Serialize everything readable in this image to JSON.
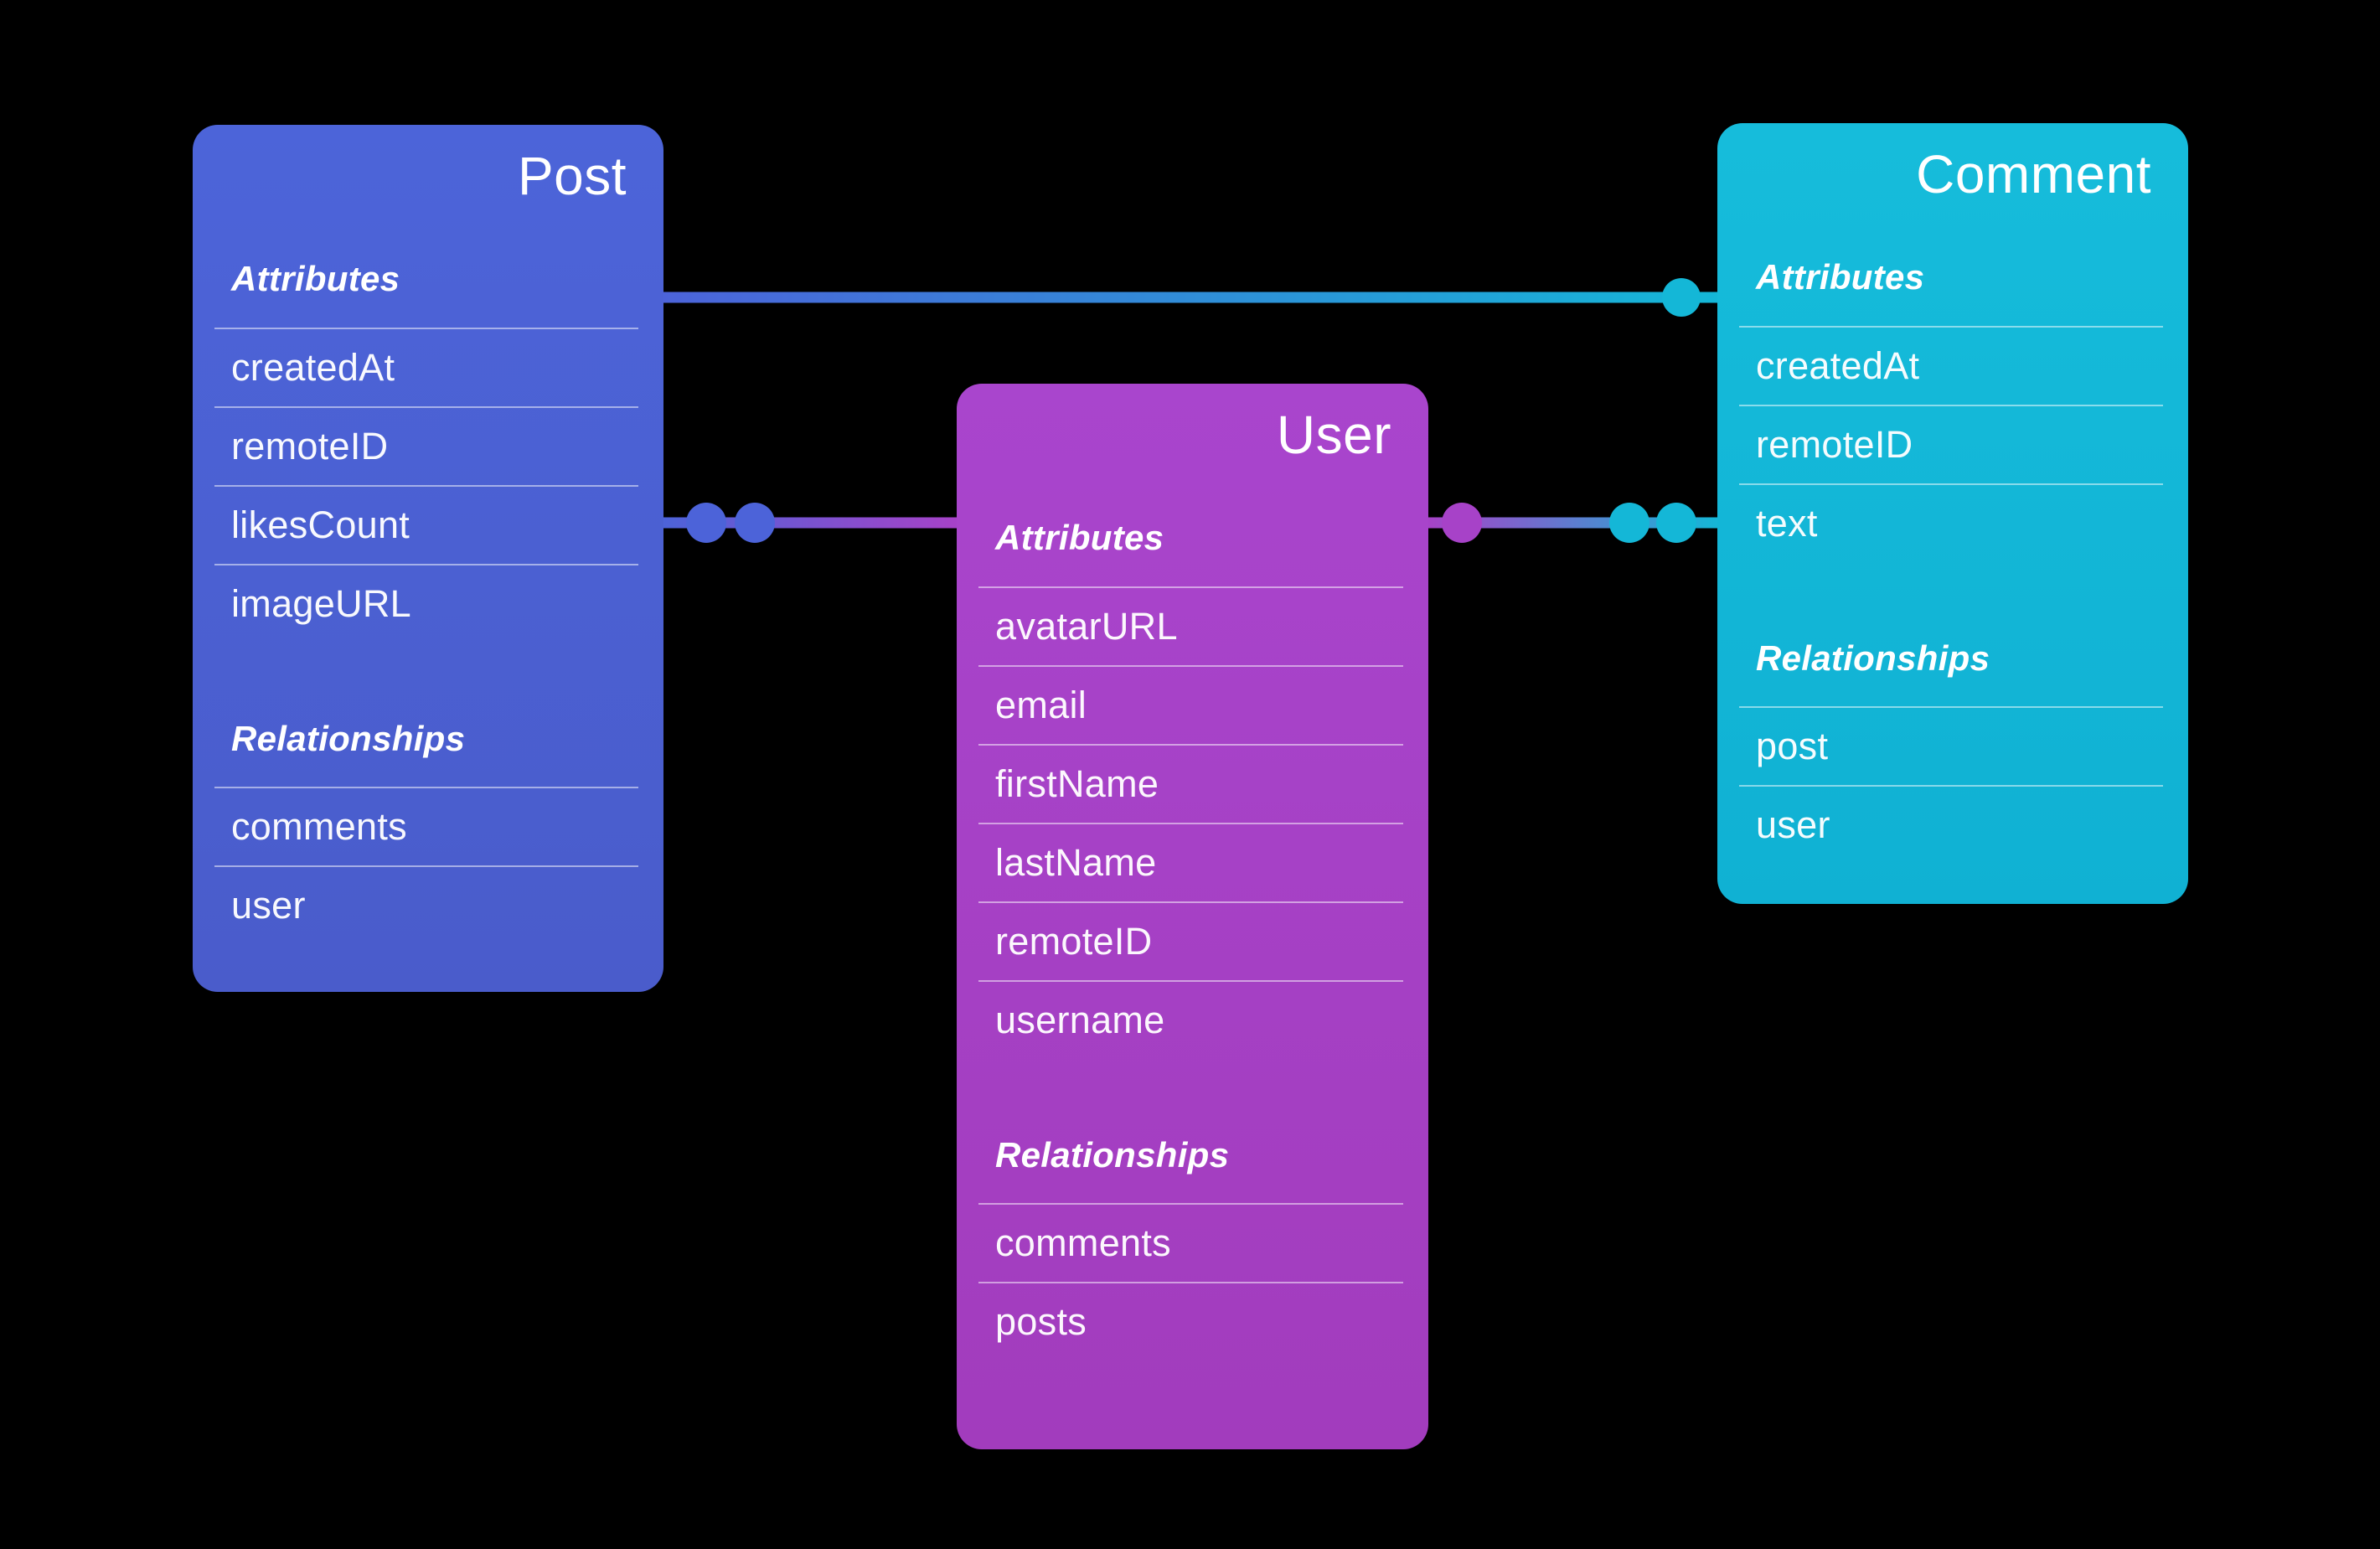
{
  "diagram": {
    "background": "#000000",
    "labels": {
      "attributes": "Attributes",
      "relationships": "Relationships"
    },
    "entities": [
      {
        "id": "post",
        "title": "Post",
        "color": "#4c63d9",
        "attributes": [
          "createdAt",
          "remoteID",
          "likesCount",
          "imageURL"
        ],
        "relationships": [
          "comments",
          "user"
        ]
      },
      {
        "id": "user",
        "title": "User",
        "color": "#a742c8",
        "attributes": [
          "avatarURL",
          "email",
          "firstName",
          "lastName",
          "remoteID",
          "username"
        ],
        "relationships": [
          "comments",
          "posts"
        ]
      },
      {
        "id": "comment",
        "title": "Comment",
        "color": "#14b7d7",
        "attributes": [
          "createdAt",
          "remoteID",
          "text"
        ],
        "relationships": [
          "post",
          "user"
        ]
      }
    ],
    "colors": {
      "post_blue": "#4c63d9",
      "user_purple": "#a742c8",
      "comment_cyan": "#14b7d7"
    },
    "connections": [
      {
        "from": "Post",
        "to": "Comment",
        "dots_at_source": 0,
        "dots_at_target": 1
      },
      {
        "from": "Post",
        "to": "User",
        "dots_at_source": 2,
        "dots_at_target": 0
      },
      {
        "from": "User",
        "to": "Comment",
        "dots_at_source": 1,
        "dots_at_target": 2
      }
    ]
  }
}
